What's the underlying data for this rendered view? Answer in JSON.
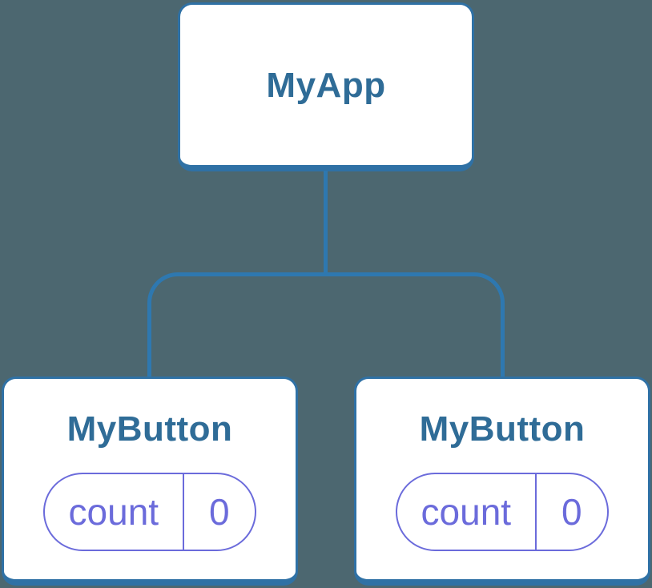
{
  "diagram": {
    "root": {
      "label": "MyApp"
    },
    "children": [
      {
        "label": "MyButton",
        "state": {
          "name": "count",
          "value": "0"
        }
      },
      {
        "label": "MyButton",
        "state": {
          "name": "count",
          "value": "0"
        }
      }
    ],
    "colors": {
      "background": "#4c6770",
      "node_fill": "#ffffff",
      "node_border": "#2f71a5",
      "connector": "#2e78b0",
      "title_text": "#2f6c97",
      "state_accent": "#6b6bdb"
    }
  }
}
